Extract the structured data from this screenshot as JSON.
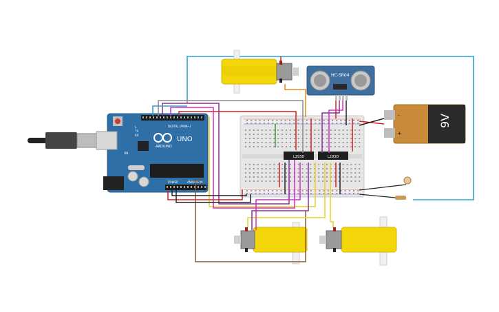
{
  "arduino": {
    "brand": "ARDUINO",
    "model": "UNO",
    "digital_label": "DIGITAL (PWM~)",
    "power_label": "POWER",
    "analog_label": "ANALOG IN",
    "on_label": "ON",
    "tx_label": "TX",
    "rx_label": "RX",
    "l_label": "L"
  },
  "sensor": {
    "label": "HC-SR04"
  },
  "battery": {
    "label": "9V",
    "plus": "+",
    "minus": "-"
  },
  "chips": [
    {
      "label": "L293D"
    },
    {
      "label": "L293D"
    }
  ],
  "colors": {
    "board": "#2f6fa7",
    "breadboard": "#e8e8e8",
    "motor": "#f2d60a",
    "battery": "#c98a3a",
    "sensor": "#3f6f9f",
    "wire_cyan": "#2aa0c8",
    "wire_purple": "#8a2aa0",
    "wire_magenta": "#d42ac8",
    "wire_red": "#d42020",
    "wire_brown": "#8a5a30",
    "wire_orange": "#e88a20",
    "wire_yellow": "#e8d020",
    "wire_black": "#222222",
    "wire_green": "#30a030",
    "wire_grey": "#8a8a8a"
  }
}
